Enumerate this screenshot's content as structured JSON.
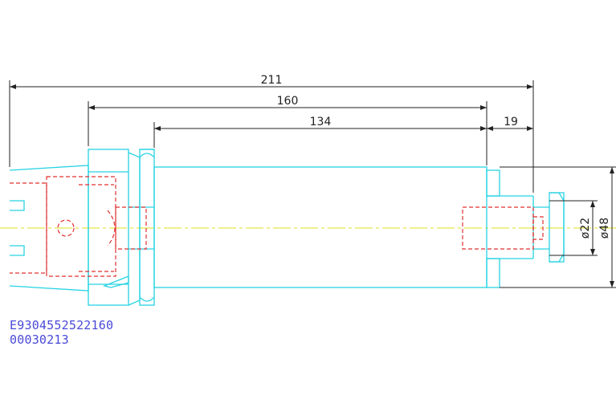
{
  "dimensions": {
    "overall": "211",
    "body": "160",
    "shank": "134",
    "tip": "19",
    "small_diameter": "ø22",
    "large_diameter": "ø48"
  },
  "codes": {
    "part_number": "E9304552522160",
    "sub_code": "00030213"
  },
  "colors": {
    "outline": "#27d3e3",
    "hidden": "#e03030",
    "centerline": "#e8e84a",
    "dimension": "#222222",
    "code_text": "#4a4ad8"
  }
}
